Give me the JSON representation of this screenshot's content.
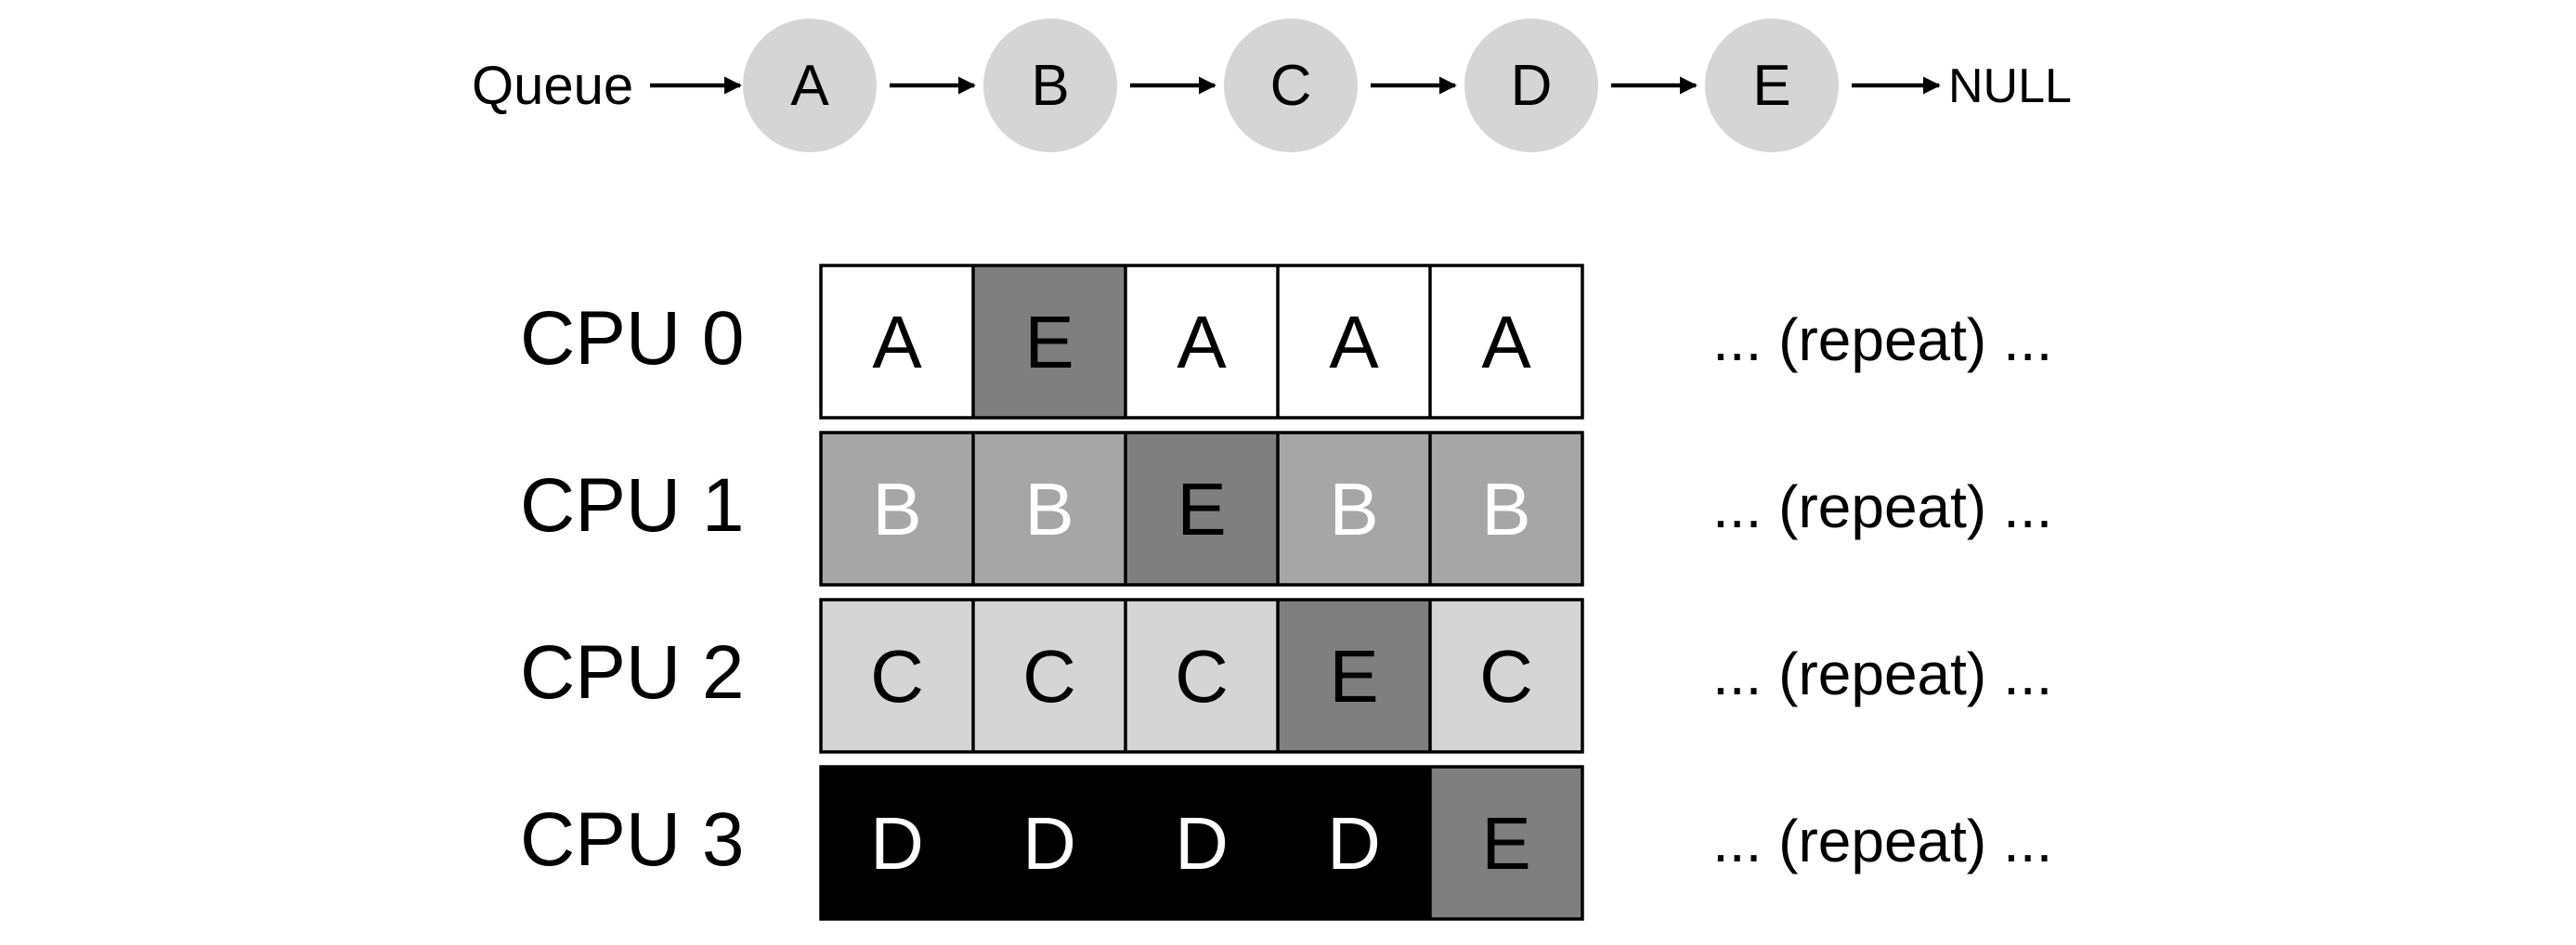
{
  "queue": {
    "label": "Queue",
    "nodes": [
      "A",
      "B",
      "C",
      "D",
      "E"
    ],
    "tail": "NULL"
  },
  "colors": {
    "node_fill": "#d5d5d5",
    "A": "#ffffff",
    "B": "#a6a6a6",
    "C": "#d5d5d5",
    "D": "#000000",
    "E": "#7f7f7f",
    "text_dark": "#000000",
    "text_light": "#ffffff",
    "border": "#000000"
  },
  "cpus": [
    {
      "label": "CPU 0",
      "slots": [
        "A",
        "E",
        "A",
        "A",
        "A"
      ],
      "suffix": "... (repeat) ..."
    },
    {
      "label": "CPU 1",
      "slots": [
        "B",
        "B",
        "E",
        "B",
        "B"
      ],
      "suffix": "... (repeat) ..."
    },
    {
      "label": "CPU 2",
      "slots": [
        "C",
        "C",
        "C",
        "E",
        "C"
      ],
      "suffix": "... (repeat) ..."
    },
    {
      "label": "CPU 3",
      "slots": [
        "D",
        "D",
        "D",
        "D",
        "E"
      ],
      "suffix": "... (repeat) ..."
    }
  ]
}
